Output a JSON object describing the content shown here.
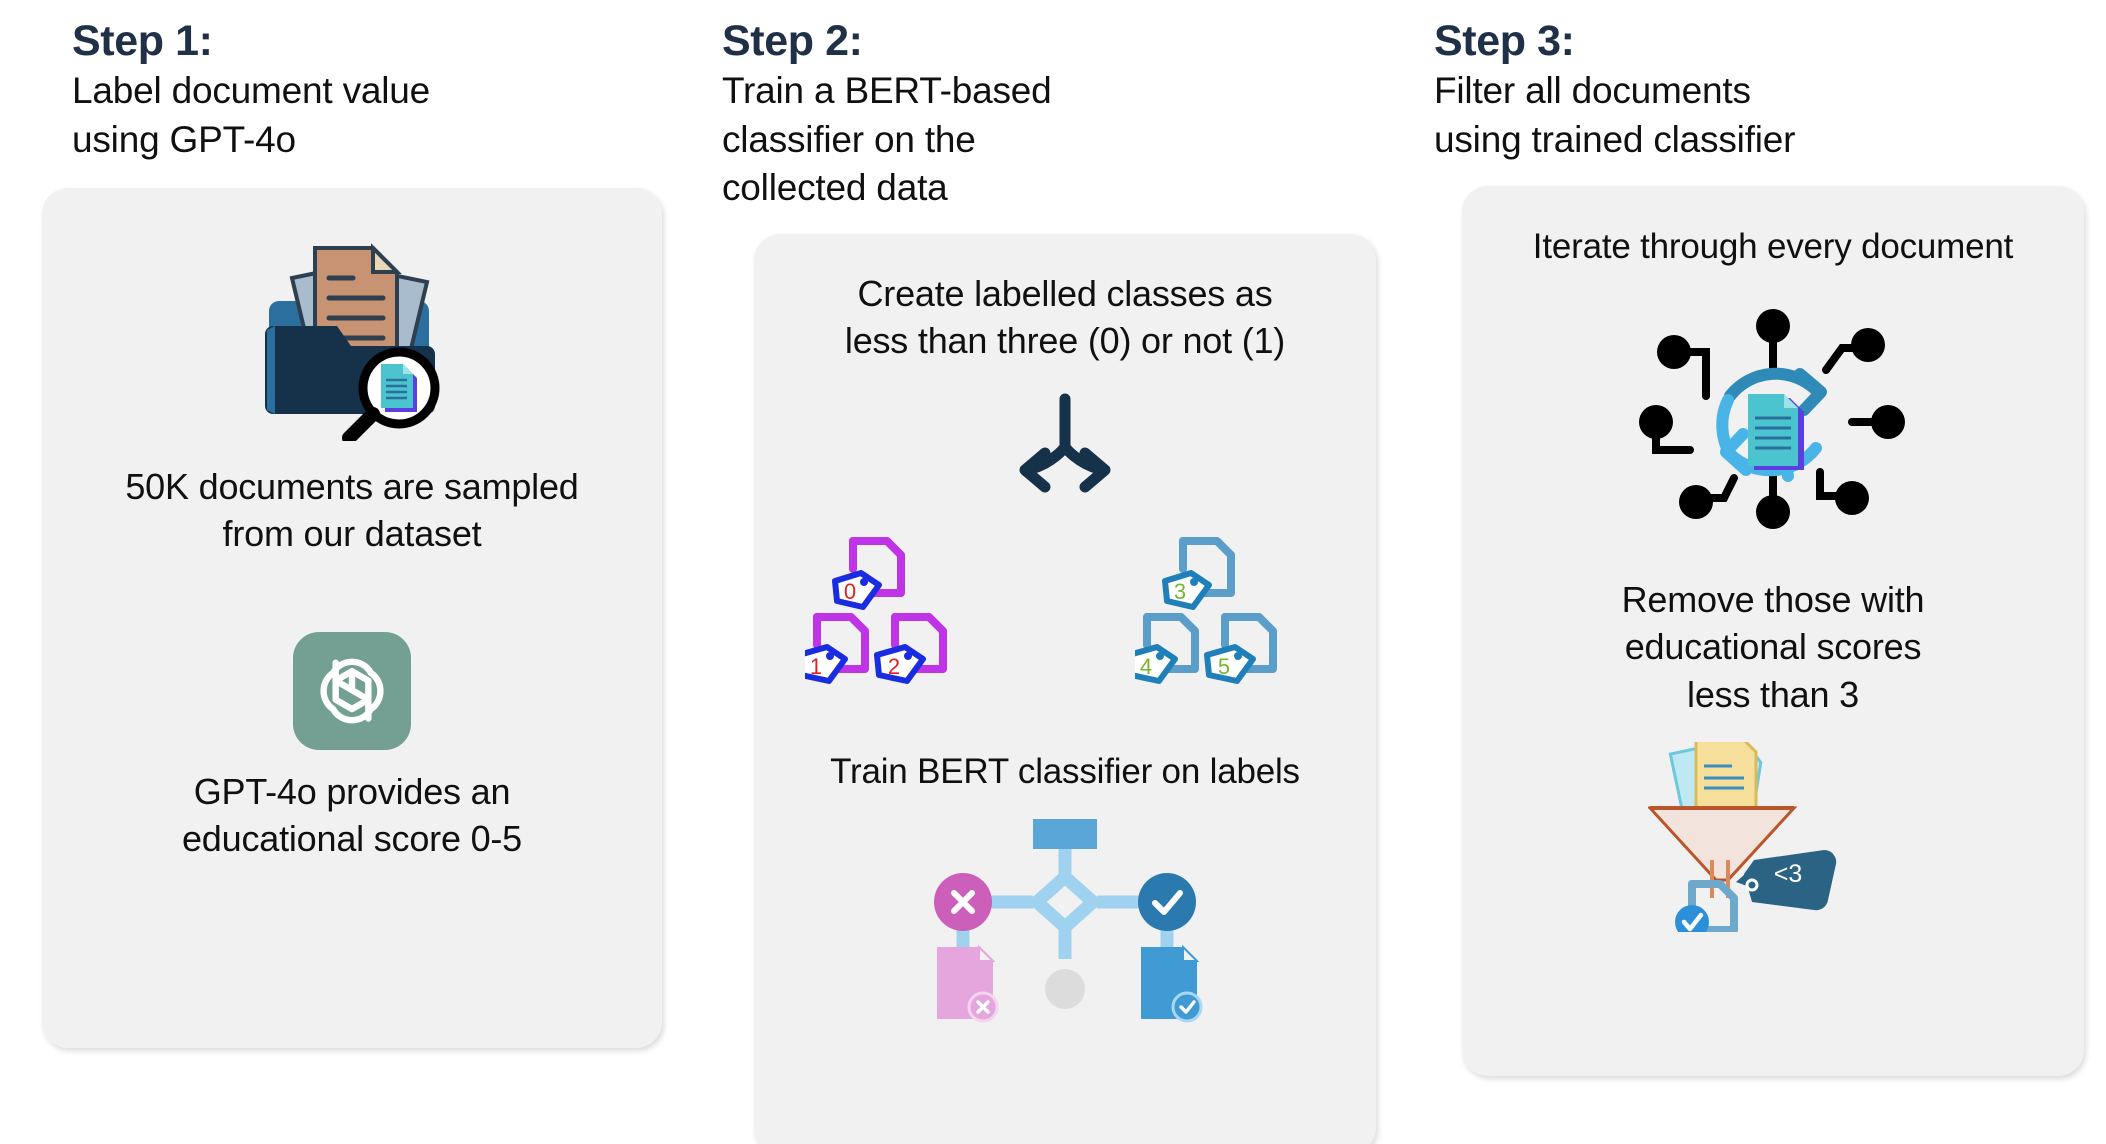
{
  "page": {
    "background": "#ffffff",
    "card_background": "#f1f1f1",
    "heading_color": "#1f3047",
    "body_color": "#101010"
  },
  "columns": [
    {
      "id": "step-1",
      "heading": "Step 1:",
      "subheading": "Label document value\nusing GPT-4o",
      "subheading_lines": [
        "Label document value",
        "using GPT-4o"
      ],
      "card": {
        "blocks": [
          {
            "type": "icon",
            "name": "folder-document-magnifier-icon"
          },
          {
            "type": "text",
            "text": "50K documents are sampled\nfrom our dataset",
            "lines": [
              "50K documents are sampled",
              "from our dataset"
            ]
          },
          {
            "type": "icon",
            "name": "openai-logo-icon",
            "color": "#74a093"
          },
          {
            "type": "text",
            "text": "GPT-4o provides an\neducational score 0-5",
            "lines": [
              "GPT-4o provides an",
              "educational score 0-5"
            ]
          }
        ]
      }
    },
    {
      "id": "step-2",
      "heading": "Step 2:",
      "subheading": "Train a BERT-based\nclassifier on the\ncollected data",
      "subheading_lines": [
        "Train a BERT-based",
        "classifier on the",
        "collected data"
      ],
      "card": {
        "blocks": [
          {
            "type": "text",
            "text": "Create labelled classes as\nless than three (0) or not (1)",
            "lines": [
              "Create labelled classes as",
              "less than three (0) or not (1)"
            ]
          },
          {
            "type": "icon",
            "name": "split-arrow-icon"
          },
          {
            "type": "icon",
            "name": "labelled-documents-icon",
            "left_group": {
              "outline_color": "#c034e8",
              "tag_color": "#1a2ce0",
              "number_color": "#e02020",
              "labels": [
                "0",
                "1",
                "2"
              ]
            },
            "right_group": {
              "outline_color": "#5b9ec9",
              "tag_color": "#1f7fb8",
              "number_color": "#76b82a",
              "labels": [
                "3",
                "4",
                "5"
              ]
            }
          },
          {
            "type": "text",
            "text": "Train BERT classifier on labels",
            "lines": [
              "Train BERT classifier on labels"
            ]
          },
          {
            "type": "icon",
            "name": "classifier-flow-icon",
            "reject_color": "#cc5fba",
            "accept_color": "#2a7ab0",
            "link_color": "#8ecaea"
          }
        ]
      }
    },
    {
      "id": "step-3",
      "heading": "Step 3:",
      "subheading": "Filter all documents\nusing trained classifier",
      "subheading_lines": [
        "Filter all documents",
        "using trained classifier"
      ],
      "card": {
        "blocks": [
          {
            "type": "text",
            "text": "Iterate through every document",
            "lines": [
              "Iterate through every document"
            ]
          },
          {
            "type": "icon",
            "name": "document-iteration-network-icon"
          },
          {
            "type": "text",
            "text": "Remove those with\neducational scores\nless than 3",
            "lines": [
              "Remove those with",
              "educational scores",
              "less than 3"
            ]
          },
          {
            "type": "icon",
            "name": "funnel-filter-icon",
            "tag_label": "<3",
            "tag_color": "#2b6385"
          }
        ]
      }
    }
  ]
}
